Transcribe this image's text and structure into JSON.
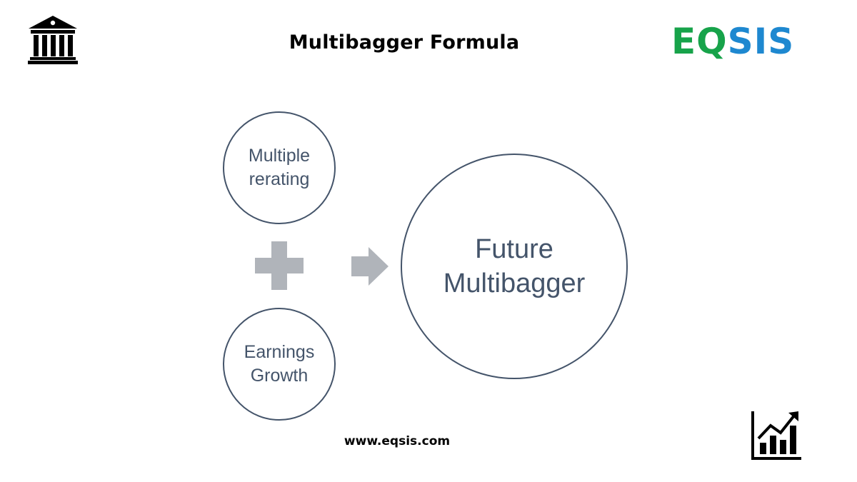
{
  "header": {
    "title": "Multibagger Formula",
    "logo": {
      "part_green": "EQ",
      "part_blue": "SIS",
      "green_color": "#17a34a",
      "blue_color": "#1e88d0"
    },
    "left_icon": "bank-building-icon"
  },
  "diagram": {
    "inputs": [
      {
        "label": "Multiple\nrerating"
      },
      {
        "label": "Earnings\nGrowth"
      }
    ],
    "operator_icon": "plus-icon",
    "flow_icon": "arrow-right-icon",
    "result": {
      "label": "Future\nMultibagger"
    },
    "circle_stroke_color": "#44546a",
    "text_color": "#44546a",
    "operator_color": "#b0b4ba"
  },
  "footer": {
    "website": "www.eqsis.com",
    "right_icon": "growth-chart-icon"
  }
}
